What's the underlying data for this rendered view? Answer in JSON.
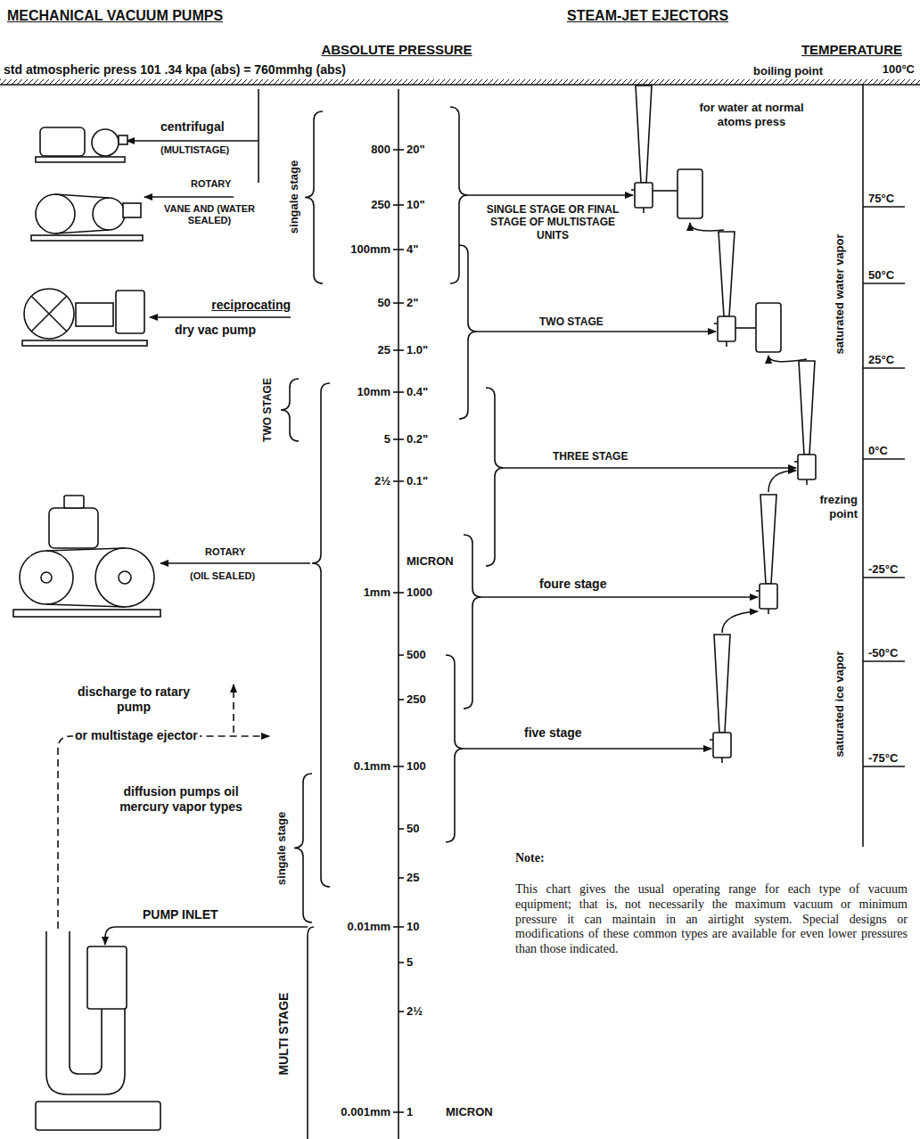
{
  "diagram": {
    "labels": [
      "MECHANICAL VACUUM PUMPS",
      "STEAM-JET EJECTORS",
      "ABSOLUTE PRESSURE",
      "TEMPERATURE",
      "std atmospheric press 101 .34 kpa (abs) = 760mmhg (abs)",
      "boiling point",
      "100°C",
      "centrifugal",
      "(MULTISTAGE)",
      "ROTARY",
      "VANE AND (WATER SEALED)",
      "singale stage",
      "reciprocating",
      "dry vac pump",
      "TWO STAGE",
      "ROTARY",
      "(OIL SEALED)",
      "discharge to ratary pump",
      "or multistage ejector",
      "diffusion pumps oil mercury vapor types",
      "singale stage",
      "PUMP INLET",
      "MULTI STAGE",
      "800",
      "250",
      "100mm",
      "50",
      "25",
      "10mm",
      "5",
      "2½",
      "1mm",
      "0.1mm",
      "0.01mm",
      "0.001mm",
      "20\"",
      "10\"",
      "4\"",
      "2\"",
      "1.0\"",
      "0.4\"",
      "0.2\"",
      "0.1\"",
      "MICRON",
      "1000",
      "500",
      "250",
      "100",
      "50",
      "25",
      "10",
      "5",
      "2½",
      "1",
      "MICRON",
      "for water at normal atoms press",
      "SINGLE STAGE OR FINAL STAGE OF MULTISTAGE UNITS",
      "TWO STAGE",
      "THREE STAGE",
      "foure stage",
      "five stage",
      "frezing point",
      "75°C",
      "50°C",
      "25°C",
      "0°C",
      "-25°C",
      "-50°C",
      "-75°C",
      "saturated water vapor",
      "saturated ice vapor",
      "Note:",
      "This chart gives the usual operating range for each type of vacuum equipment; that is, not necessarily the maximum vacuum or minimum pressure it can maintain in an airtight system. Special designs or modifications of these common types are available for even lower pressures than those indicated."
    ]
  }
}
